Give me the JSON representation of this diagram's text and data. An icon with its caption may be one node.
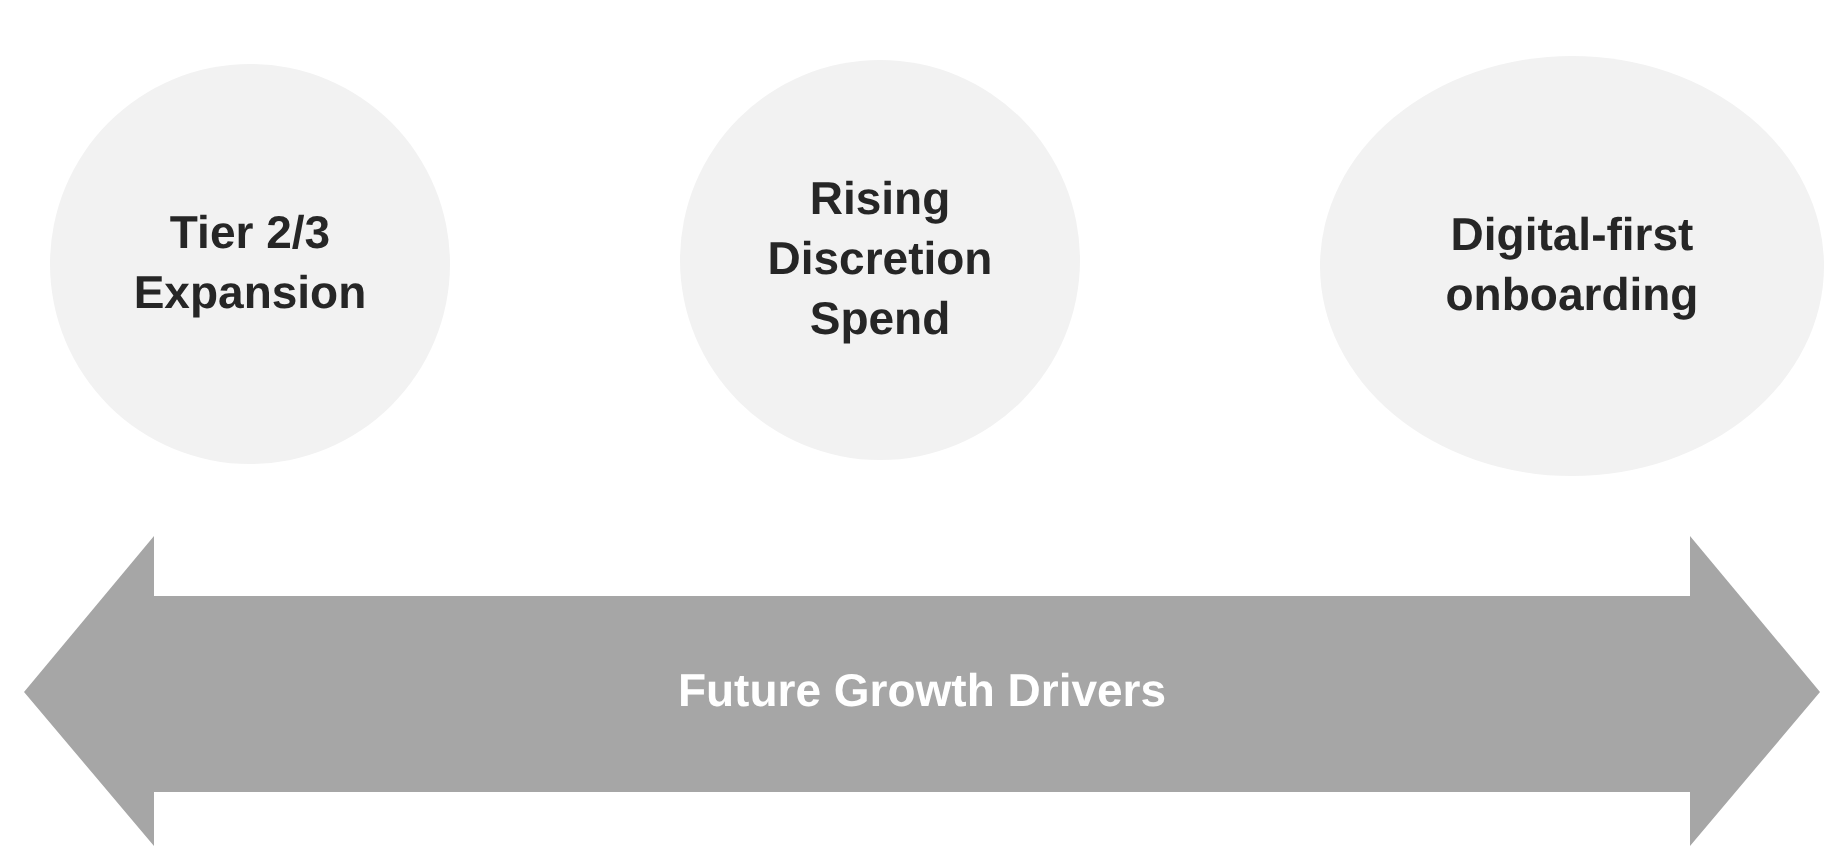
{
  "diagram": {
    "nodes": [
      {
        "text": [
          "Tier 2/3 Expansion"
        ]
      },
      {
        "text": [
          "Rising Discretion Spend"
        ]
      },
      {
        "text": [
          "Digital-first onboarding"
        ]
      },
      {
        "text": [
          "Future Growth Drivers"
        ]
      }
    ]
  }
}
